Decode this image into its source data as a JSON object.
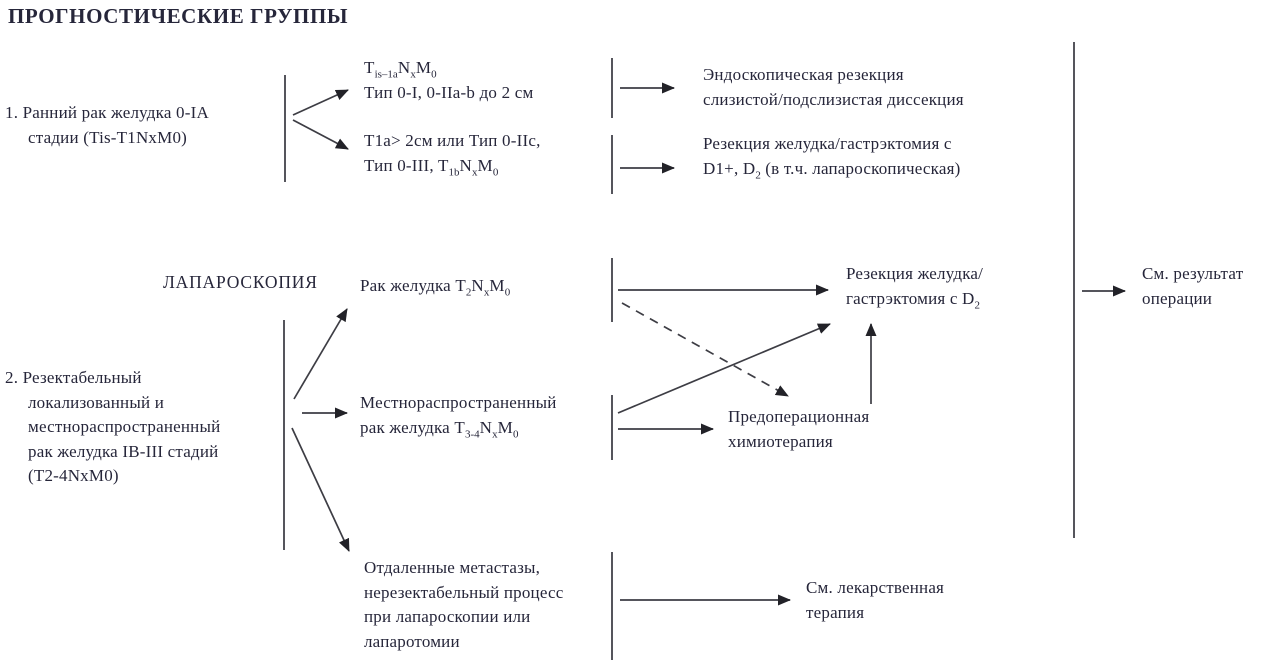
{
  "title": "ПРОГНОСТИЧЕСКИЕ ГРУППЫ",
  "labels": {
    "laparoscopy": "ЛАПАРОСКОПИЯ"
  },
  "groups": {
    "early": "1. Ранний рак желудка 0-IA\nстадии (Tis-T1NxM0)",
    "resectable": "2. Резектабельный\nлокализованный и\nместнораспространенный\nрак желудка IB-III стадий\n(T2-4NxM0)"
  },
  "criteria": {
    "early_small": "T[is–1a]N[x]M[0]\nТип 0-I, 0-IIa-b до 2 см",
    "early_large": "T1a> 2см или Тип 0-IIc,\nТип 0-III, T[1b]N[x]M[0]",
    "t2": "Рак желудка T[2]N[x]M[0]",
    "t34": "Местнораспространенный\nрак желудка T[3-4]N[x]M[0]",
    "metastatic": "Отдаленные метастазы,\nнерезектабельный процесс\nпри лапароскопии или\nлапаротомии"
  },
  "treatments": {
    "endoscopic": "Эндоскопическая резекция\nслизистой/подслизистая диссекция",
    "resection_d1": "Резекция желудка/гастрэктомия с\nD1+, D[2] (в т.ч. лапароскопическая)",
    "resection_d2": "Резекция желудка/\nгастрэктомия с  D[2]",
    "preop_chemo": "Предоперационная\nхимиотерапия",
    "see_surgery_result": "См. результат\nоперации",
    "see_drug_therapy": "См. лекарственная\nтерапия"
  },
  "colors": {
    "text": "#26263a",
    "line": "#3d3d44",
    "background": "#ffffff"
  }
}
